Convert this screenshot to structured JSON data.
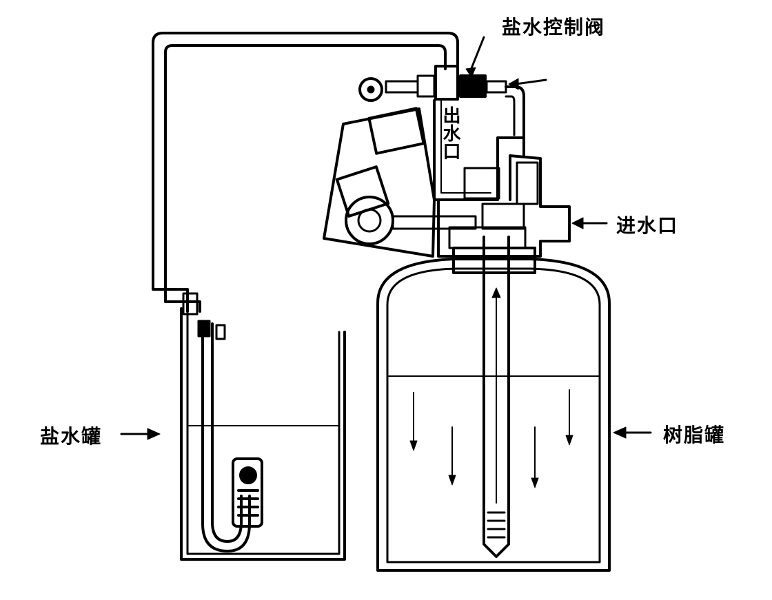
{
  "labels": {
    "brine_valve": "盐水控制阀",
    "outlet": "出水口",
    "inlet": "进水口",
    "brine_tank": "盐水罐",
    "resin_tank": "树脂罐"
  },
  "colors": {
    "ink": "#000000",
    "paper": "#ffffff"
  }
}
